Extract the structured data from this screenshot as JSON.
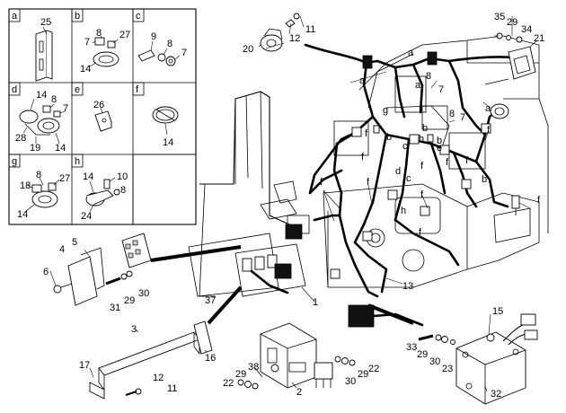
{
  "inset_panels": [
    {
      "letter": "a",
      "parts": [
        "25"
      ]
    },
    {
      "letter": "b",
      "parts": [
        "7",
        "8",
        "27",
        "14"
      ]
    },
    {
      "letter": "c",
      "parts": [
        "9",
        "8",
        "7"
      ]
    },
    {
      "letter": "d",
      "parts": [
        "14",
        "8",
        "7",
        "28",
        "19",
        "14"
      ]
    },
    {
      "letter": "e",
      "parts": [
        "26"
      ]
    },
    {
      "letter": "f",
      "parts": [
        "14"
      ]
    },
    {
      "letter": "g",
      "parts": [
        "18",
        "8",
        "27",
        "14"
      ]
    },
    {
      "letter": "h",
      "parts": [
        "14",
        "10",
        "8",
        "24"
      ]
    }
  ],
  "main_labels": {
    "parts": [
      "11",
      "12",
      "20",
      "35",
      "29",
      "34",
      "21",
      "8",
      "7",
      "8",
      "7",
      "4",
      "5",
      "6",
      "31",
      "29",
      "30",
      "37",
      "1",
      "13",
      "3",
      "16",
      "17",
      "12",
      "11",
      "22",
      "29",
      "38",
      "2",
      "30",
      "29",
      "22",
      "15",
      "33",
      "29",
      "30",
      "23",
      "32"
    ],
    "tags": [
      "a",
      "a",
      "a",
      "a",
      "g",
      "b",
      "b",
      "h",
      "b",
      "c",
      "c",
      "f",
      "f",
      "f",
      "f",
      "f",
      "f",
      "f",
      "f",
      "d",
      "e",
      "f",
      "h",
      "b",
      "f",
      "f"
    ]
  }
}
